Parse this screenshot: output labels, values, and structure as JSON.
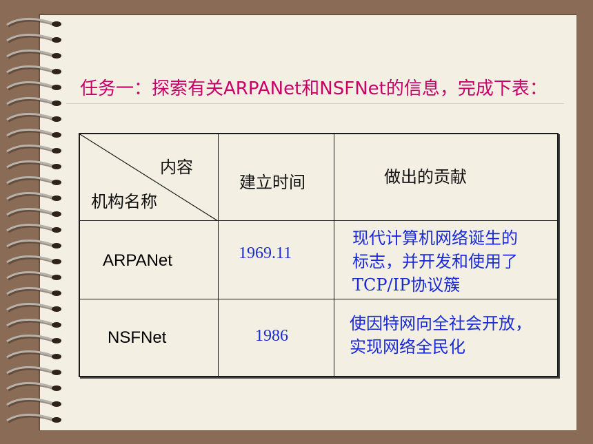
{
  "slide": {
    "title": "任务一：探索有关ARPANet和NSFNet的信息，完成下表："
  },
  "table": {
    "corner_top": "内容",
    "corner_bottom": "机构名称",
    "col_time": "建立时间",
    "col_contribution": "做出的贡献",
    "rows": [
      {
        "org": "ARPANet",
        "time": "1969.11",
        "contribution_lines": [
          "现代计算机网络诞生的",
          "标志，并开发和使用了",
          "TCP/IP协议簇"
        ]
      },
      {
        "org": "NSFNet",
        "time": "1986",
        "contribution_lines": [
          "使因特网向全社会开放，",
          "实现网络全民化"
        ]
      }
    ]
  }
}
